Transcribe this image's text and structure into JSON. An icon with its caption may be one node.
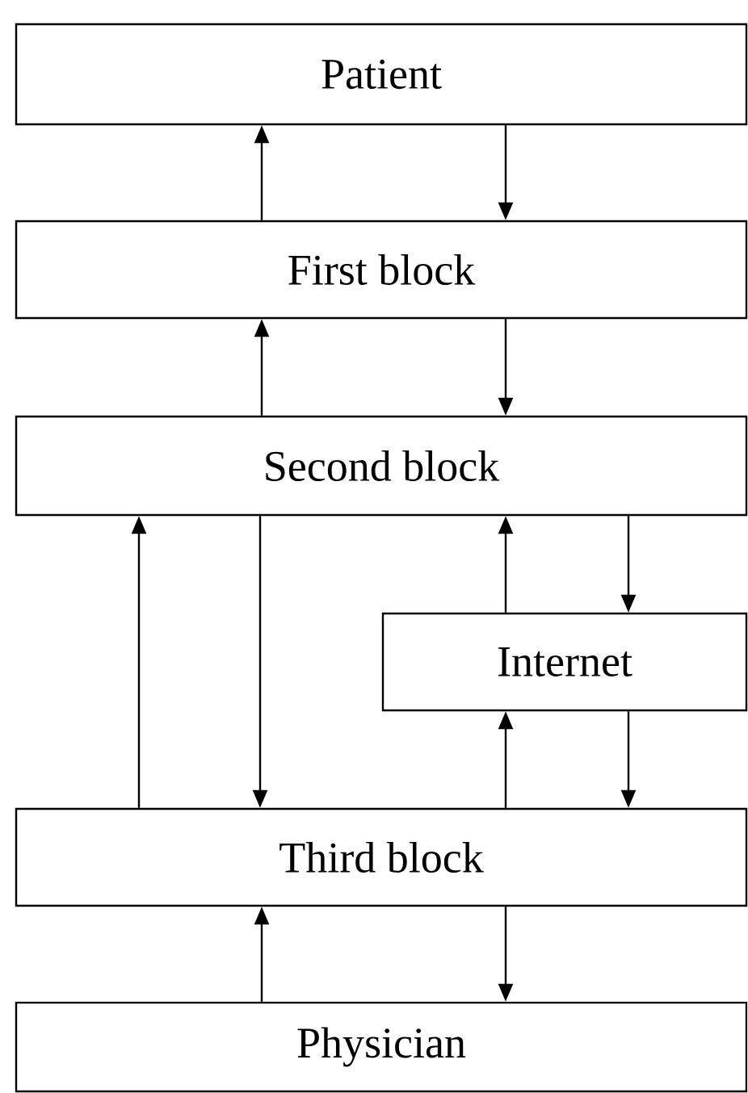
{
  "diagram": {
    "nodes": [
      {
        "text": [
          "Patient"
        ]
      },
      {
        "text": [
          "First block"
        ]
      },
      {
        "text": [
          "Second block"
        ]
      },
      {
        "text": [
          "Internet"
        ]
      },
      {
        "text": [
          "Third block"
        ]
      },
      {
        "text": [
          "Physician"
        ]
      }
    ],
    "edges": [
      {
        "from": 1,
        "to": 0,
        "arrow": "to"
      },
      {
        "from": 0,
        "to": 1,
        "arrow": "to"
      },
      {
        "from": 2,
        "to": 1,
        "arrow": "to"
      },
      {
        "from": 1,
        "to": 2,
        "arrow": "to"
      },
      {
        "from": 4,
        "to": 2,
        "arrow": "to"
      },
      {
        "from": 2,
        "to": 4,
        "arrow": "to"
      },
      {
        "from": 3,
        "to": 2,
        "arrow": "to"
      },
      {
        "from": 2,
        "to": 3,
        "arrow": "to"
      },
      {
        "from": 4,
        "to": 3,
        "arrow": "to"
      },
      {
        "from": 3,
        "to": 4,
        "arrow": "to"
      },
      {
        "from": 5,
        "to": 4,
        "arrow": "to"
      },
      {
        "from": 4,
        "to": 5,
        "arrow": "to"
      }
    ]
  }
}
